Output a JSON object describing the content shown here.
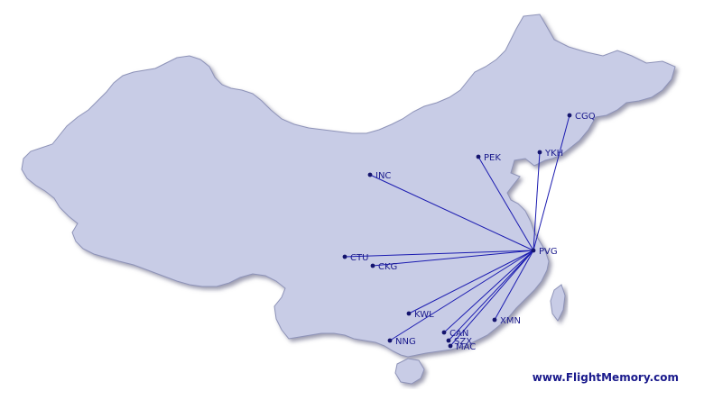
{
  "map": {
    "land_fill": "#c8cce6",
    "land_stroke": "#8e93b8",
    "shadow": "#9a9ab0",
    "route_color": "#1b1bb0",
    "label_color": "#1a1a8c",
    "hub": "PVG",
    "airports": [
      {
        "code": "PVG"
      },
      {
        "code": "CGQ"
      },
      {
        "code": "YKH"
      },
      {
        "code": "PEK"
      },
      {
        "code": "INC"
      },
      {
        "code": "CTU"
      },
      {
        "code": "CKG"
      },
      {
        "code": "KWL"
      },
      {
        "code": "CAN"
      },
      {
        "code": "SZX"
      },
      {
        "code": "MAC"
      },
      {
        "code": "NNG"
      },
      {
        "code": "XMN"
      }
    ]
  },
  "watermark": "www.FlightMemory.com"
}
